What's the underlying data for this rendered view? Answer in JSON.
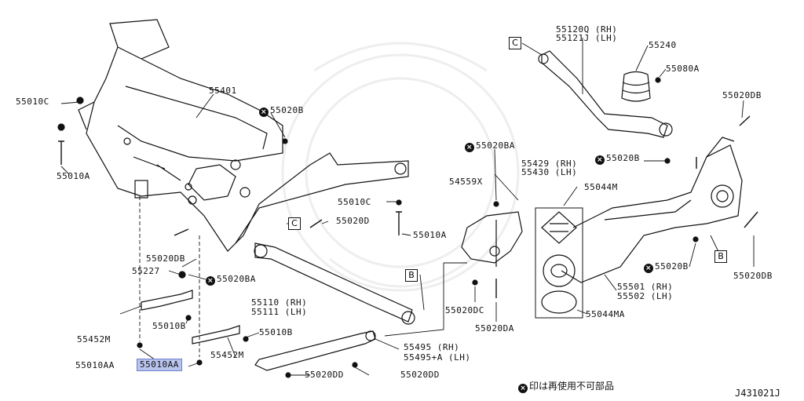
{
  "labels": {
    "l55010C": "55010C",
    "l55010A_1": "55010A",
    "l55401": "55401",
    "l55020B_1": "55020B",
    "l55120Q": "55120Q (RH)",
    "l55121J": "55121J (LH)",
    "l55240": "55240",
    "l55080A": "55080A",
    "l55020DB_1": "55020DB",
    "l55020BA_1": "55020BA",
    "l55429": "55429 (RH)",
    "l55430": "55430 (LH)",
    "l54559X": "54559X",
    "l55020B_2": "55020B",
    "l55044M": "55044M",
    "l55010C_2": "55010C",
    "l55020D": "55020D",
    "l55010A_2": "55010A",
    "l55020DB_2": "55020DB",
    "l55227": "55227",
    "l55020BA_2": "55020BA",
    "l55110": "55110 (RH)",
    "l55111": "55111 (LH)",
    "l55020DC": "55020DC",
    "l55501": "55501 (RH)",
    "l55502": "55502 (LH)",
    "l55020B_3": "55020B",
    "l55020DB_3": "55020DB",
    "l55452M_1": "55452M",
    "l55010B_1": "55010B",
    "l55010B_2": "55010B",
    "l55020DA": "55020DA",
    "l55044MA": "55044MA",
    "l55452M_2": "55452M",
    "l55495": "55495 (RH)",
    "l55495A": "55495+A (LH)",
    "l55010AA_1": "55010AA",
    "l55010AA_2": "55010AA",
    "l55020DD_1": "55020DD",
    "l55020DD_2": "55020DD"
  },
  "callouts": {
    "c1": "C",
    "c2": "B",
    "c3": "C",
    "c4": "B"
  },
  "mark_symbol": "×",
  "legend_text": "印は再使用不可部品",
  "diagram_code": "J431021J",
  "highlight_color": "#b9c4ee"
}
